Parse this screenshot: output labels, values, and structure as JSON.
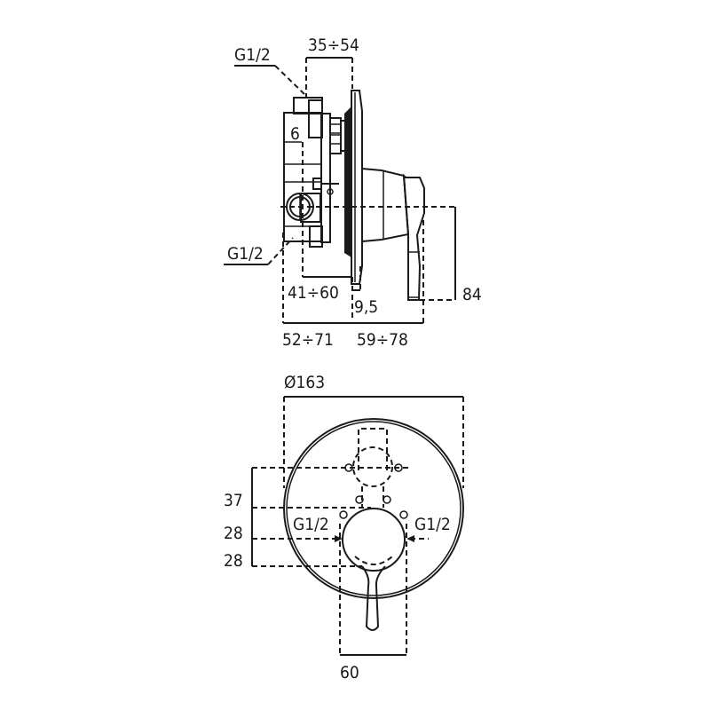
{
  "diagram": {
    "title": "Concealed single-lever mixer dimension drawing",
    "colors": {
      "line": "#1a1a1a",
      "background": "#ffffff"
    },
    "side_view": {
      "labels": {
        "thread_top": "G1/2",
        "thread_bottom": "G1/2",
        "depth_range_top": "35÷54",
        "mark_6": "6",
        "depth_range_inner": "41÷60",
        "plate_thickness": "9,5",
        "total_body_range": "52÷71",
        "projection_range": "59÷78",
        "lever_height": "84"
      }
    },
    "front_view": {
      "labels": {
        "diameter": "Ø163",
        "offset_37": "37",
        "offset_28_top": "28",
        "offset_28_bottom": "28",
        "inlet_left": "G1/2",
        "inlet_right": "G1/2",
        "width_60": "60"
      }
    }
  }
}
